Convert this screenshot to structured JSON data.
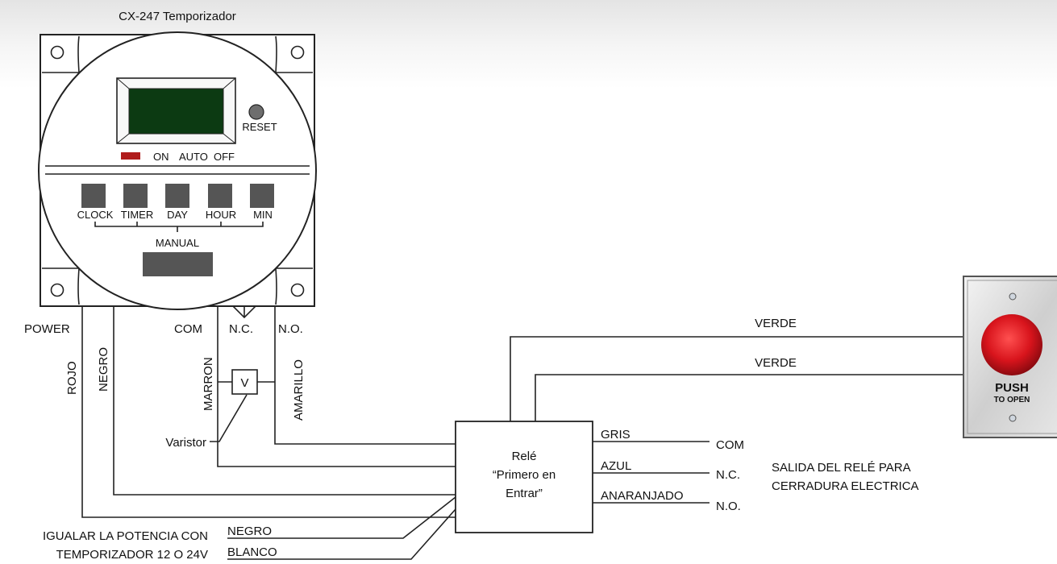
{
  "timer": {
    "title": "CX-247 Temporizador",
    "reset_label": "RESET",
    "mode_labels": [
      "ON",
      "AUTO",
      "OFF"
    ],
    "buttons": [
      "CLOCK",
      "TIMER",
      "DAY",
      "HOUR",
      "MIN"
    ],
    "manual_label": "MANUAL",
    "terminals": {
      "power": "POWER",
      "com": "COM",
      "nc": "N.C.",
      "no": "N.O."
    },
    "wires": {
      "rojo": "ROJO",
      "negro": "NEGRO",
      "marron": "MARRON",
      "amarillo": "AMARILLO"
    }
  },
  "varistor": {
    "symbol": "V",
    "label": "Varistor"
  },
  "relay": {
    "line1": "Relé",
    "line2": "“Primero en",
    "line3": "Entrar”",
    "out_wires": [
      "GRIS",
      "AZUL",
      "ANARANJADO"
    ],
    "out_terminals": [
      "COM",
      "N.C.",
      "N.O."
    ],
    "output_note_line1": "SALIDA DEL RELÉ PARA",
    "output_note_line2": "CERRADURA ELECTRICA"
  },
  "power_in": {
    "note_line1": "IGUALAR LA POTENCIA CON",
    "note_line2": "TEMPORIZADOR 12 O 24V",
    "wire1": "NEGRO",
    "wire2": "BLANCO"
  },
  "button_wires": [
    "VERDE",
    "VERDE"
  ],
  "push_button": {
    "label": "PUSH",
    "sublabel": "TO OPEN"
  },
  "colors": {
    "led": "#b01c1c",
    "display": "#0c3a12",
    "push": "#d8141c",
    "keys": "#555555"
  }
}
